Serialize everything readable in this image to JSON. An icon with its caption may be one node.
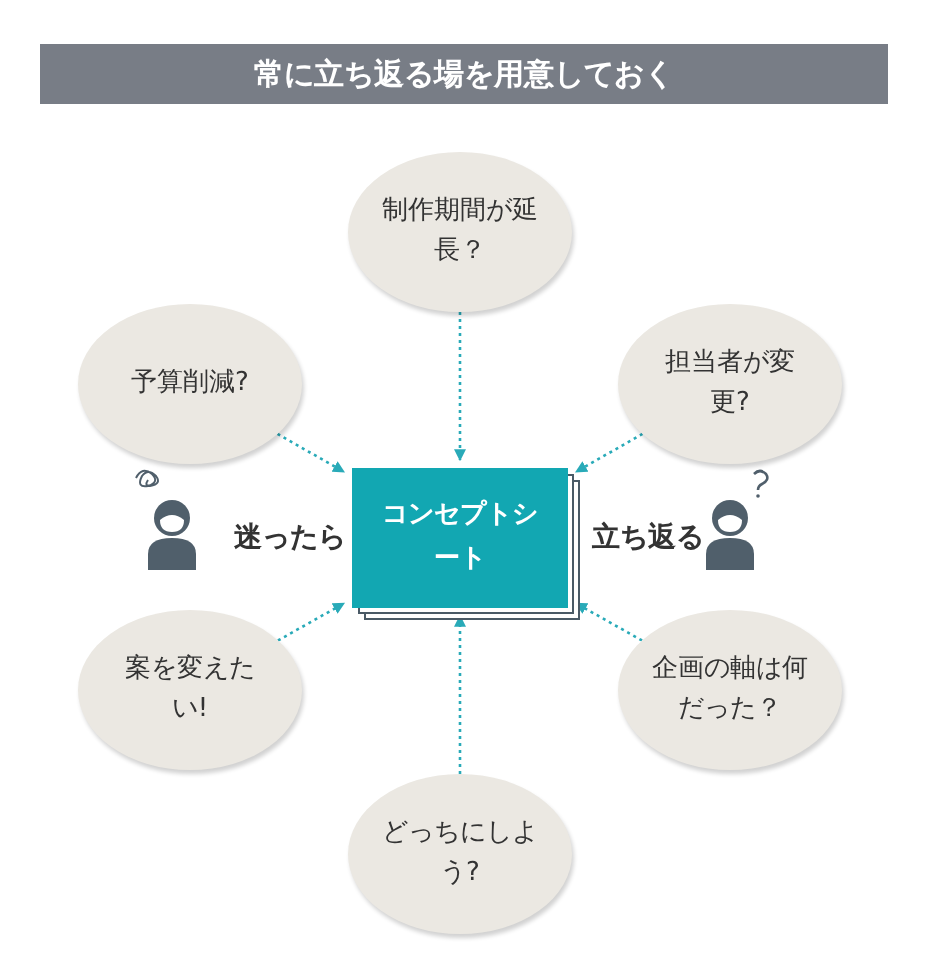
{
  "diagram": {
    "title": "常に立ち返る場を用意しておく",
    "nodes": [
      {
        "text": [
          "制作期間が延長？"
        ]
      },
      {
        "text": [
          "予算削減?"
        ]
      },
      {
        "text": [
          "担当者が変更?"
        ]
      },
      {
        "text": [
          "コンセプトシート"
        ]
      },
      {
        "text": [
          "案を変えたい!"
        ]
      },
      {
        "text": [
          "企画の軸は何だった？"
        ]
      },
      {
        "text": [
          "どっちにしよう?"
        ]
      }
    ],
    "edges": [
      {
        "from": 0,
        "to": 3,
        "arrow": "to",
        "style": "dashed"
      },
      {
        "from": 1,
        "to": 3,
        "arrow": "to",
        "style": "dashed"
      },
      {
        "from": 2,
        "to": 3,
        "arrow": "to",
        "style": "dashed"
      },
      {
        "from": 4,
        "to": 3,
        "arrow": "to",
        "style": "dashed"
      },
      {
        "from": 5,
        "to": 3,
        "arrow": "to",
        "style": "dashed"
      },
      {
        "from": 6,
        "to": 3,
        "arrow": "to",
        "style": "dashed"
      }
    ],
    "labels": [
      "迷ったら",
      "立ち返る"
    ]
  }
}
